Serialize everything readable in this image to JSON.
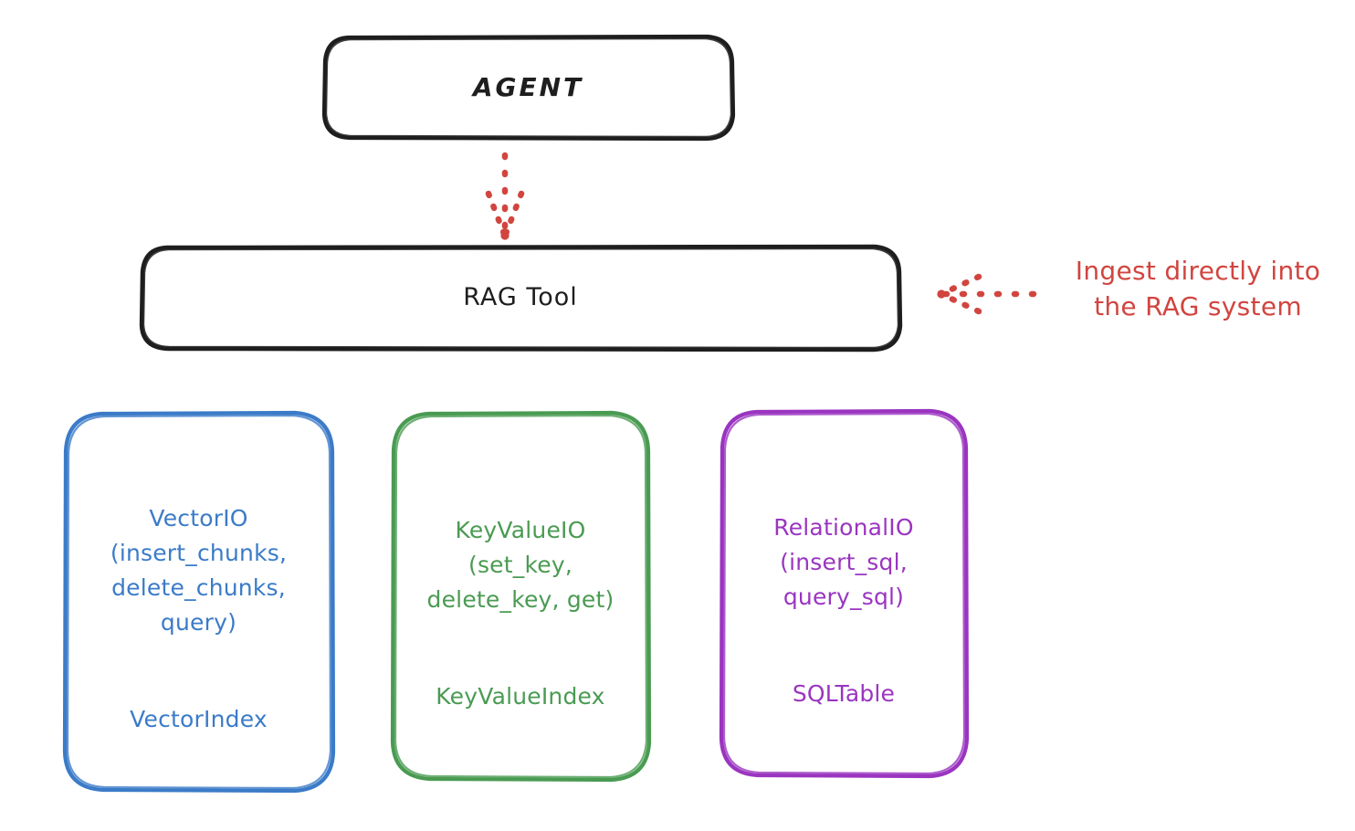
{
  "diagram": {
    "title_node": {
      "label": "AGENT"
    },
    "tool_node": {
      "label": "RAG Tool"
    },
    "annotation": {
      "text": "Ingest directly into\nthe RAG system",
      "color": "#d1453f"
    },
    "providers": [
      {
        "id": "vector-io",
        "api_label": "VectorIO\n(insert_chunks,\ndelete_chunks,\nquery)",
        "index_label": "VectorIndex",
        "color": "#3b7bc8"
      },
      {
        "id": "key-value-io",
        "api_label": "KeyValueIO\n(set_key,\ndelete_key, get)",
        "index_label": "KeyValueIndex",
        "color": "#4a9b52"
      },
      {
        "id": "relational-io",
        "api_label": "RelationalIO\n(insert_sql,\nquery_sql)",
        "index_label": "SQLTable",
        "color": "#9a35c0"
      }
    ],
    "edges": {
      "agent_to_rag": {
        "style": "dotted",
        "color": "#d1453f",
        "direction": "down"
      },
      "ingest_to_rag": {
        "style": "dotted",
        "color": "#d1453f",
        "direction": "left"
      }
    },
    "stroke_colors": {
      "black": "#1e1e1e",
      "blue": "#3b7bc8",
      "green": "#4a9b52",
      "purple": "#9a35c0",
      "red": "#d1453f"
    }
  }
}
